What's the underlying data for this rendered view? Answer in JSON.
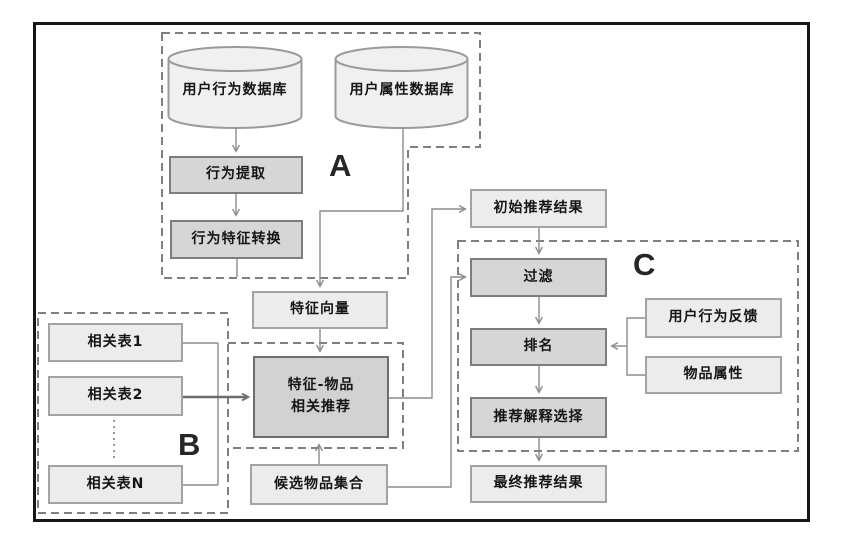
{
  "figure": {
    "groups": {
      "a": {
        "label": "A"
      },
      "b": {
        "label": "B"
      },
      "c": {
        "label": "C"
      }
    },
    "nodes": {
      "user_behavior_db": {
        "label": "用户行为数据库",
        "shape": "cylinder"
      },
      "user_attribute_db": {
        "label": "用户属性数据库",
        "shape": "cylinder"
      },
      "behavior_extraction": {
        "label": "行为提取"
      },
      "behavior_feature_conversion": {
        "label": "行为特征转换"
      },
      "feature_vector": {
        "label": "特征向量"
      },
      "related_table_1": {
        "label": "相关表1"
      },
      "related_table_2": {
        "label": "相关表2"
      },
      "related_table_n": {
        "label": "相关表N"
      },
      "feature_item_recommendation": {
        "label": "特征-物品\n相关推荐"
      },
      "candidate_item_set": {
        "label": "候选物品集合"
      },
      "initial_results": {
        "label": "初始推荐结果"
      },
      "filter": {
        "label": "过滤"
      },
      "ranking": {
        "label": "排名"
      },
      "explanation_selection": {
        "label": "推荐解释选择"
      },
      "final_results": {
        "label": "最终推荐结果"
      },
      "user_behavior_feedback": {
        "label": "用户行为反馈"
      },
      "item_attributes": {
        "label": "物品属性"
      }
    },
    "colors": {
      "process_fill": "#d6d6d6",
      "process_border": "#7d7d7d",
      "data_fill": "#ececec",
      "data_border": "#a3a3a3",
      "connector": "#8c8c8c",
      "group_border": "#7f7f7f",
      "frame": "#161616"
    }
  }
}
